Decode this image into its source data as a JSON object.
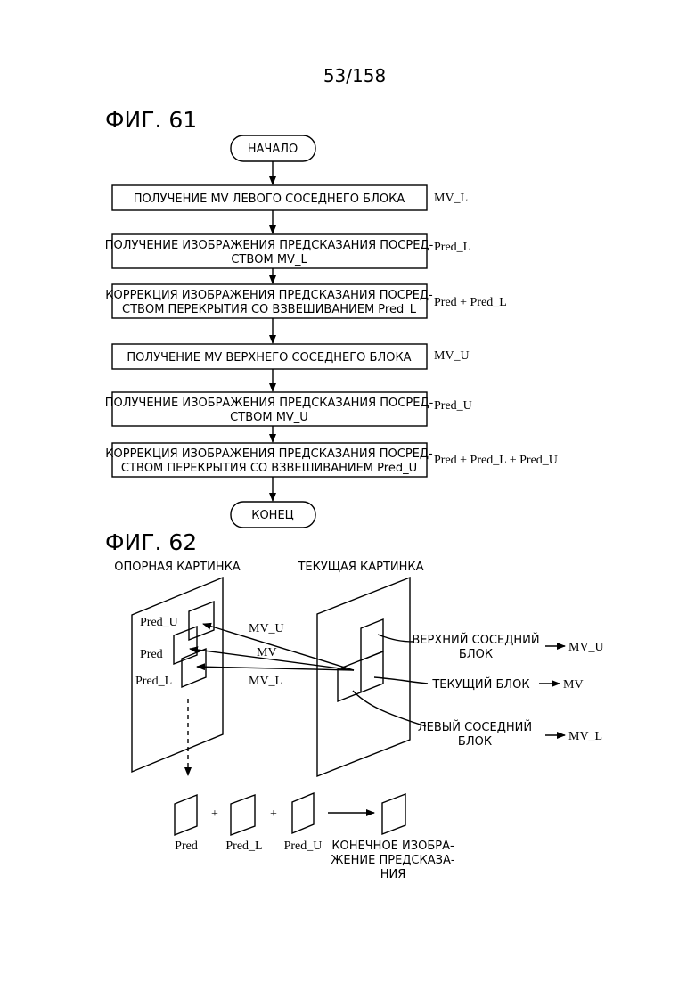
{
  "page_number": "53/158",
  "fig61": {
    "title": "ФИГ. 61",
    "start": "НАЧАЛО",
    "end": "КОНЕЦ",
    "steps": [
      {
        "lines": [
          "ПОЛУЧЕНИЕ MV ЛЕВОГО СОСЕДНЕГО БЛОКА"
        ],
        "side": "MV_L"
      },
      {
        "lines": [
          "ПОЛУЧЕНИЕ ИЗОБРАЖЕНИЯ ПРЕДСКАЗАНИЯ ПОСРЕД-",
          "СТВОМ MV_L"
        ],
        "side": "Pred_L"
      },
      {
        "lines": [
          "КОРРЕКЦИЯ ИЗОБРАЖЕНИЯ ПРЕДСКАЗАНИЯ ПОСРЕД-",
          "СТВОМ ПЕРЕКРЫТИЯ СО ВЗВЕШИВАНИЕМ Pred_L"
        ],
        "side": "Pred + Pred_L"
      },
      {
        "lines": [
          "ПОЛУЧЕНИЕ MV ВЕРХНЕГО СОСЕДНЕГО БЛОКА"
        ],
        "side": "MV_U"
      },
      {
        "lines": [
          "ПОЛУЧЕНИЕ ИЗОБРАЖЕНИЯ ПРЕДСКАЗАНИЯ ПОСРЕД-",
          "СТВОМ MV_U"
        ],
        "side": "Pred_U"
      },
      {
        "lines": [
          "КОРРЕКЦИЯ ИЗОБРАЖЕНИЯ ПРЕДСКАЗАНИЯ ПОСРЕД-",
          "СТВОМ ПЕРЕКРЫТИЯ СО ВЗВЕШИВАНИЕМ Pred_U"
        ],
        "side": "Pred + Pred_L + Pred_U"
      }
    ]
  },
  "fig62": {
    "title": "ФИГ. 62",
    "reference_picture": "ОПОРНАЯ КАРТИНКА",
    "current_picture": "ТЕКУЩАЯ КАРТИНКА",
    "ref_labels": {
      "pred_u": "Pred_U",
      "pred": "Pred",
      "pred_l": "Pred_L"
    },
    "vectors": {
      "mv_u": "MV_U",
      "mv": "MV",
      "mv_l": "MV_L"
    },
    "right_labels": [
      {
        "lines": [
          "ВЕРХНИЙ СОСЕДНИЙ",
          "БЛОК"
        ],
        "mv": "MV_U"
      },
      {
        "lines": [
          "ТЕКУЩИЙ БЛОК"
        ],
        "mv": "MV"
      },
      {
        "lines": [
          "ЛЕВЫЙ СОСЕДНИЙ",
          "БЛОК"
        ],
        "mv": "MV_L"
      }
    ],
    "bottom": {
      "items": [
        "Pred",
        "Pred_L",
        "Pred_U"
      ],
      "plus": "+",
      "final_lines": [
        "КОНЕЧНОЕ ИЗОБРА-",
        "ЖЕНИЕ ПРЕДСКАЗА-",
        "НИЯ"
      ]
    }
  }
}
